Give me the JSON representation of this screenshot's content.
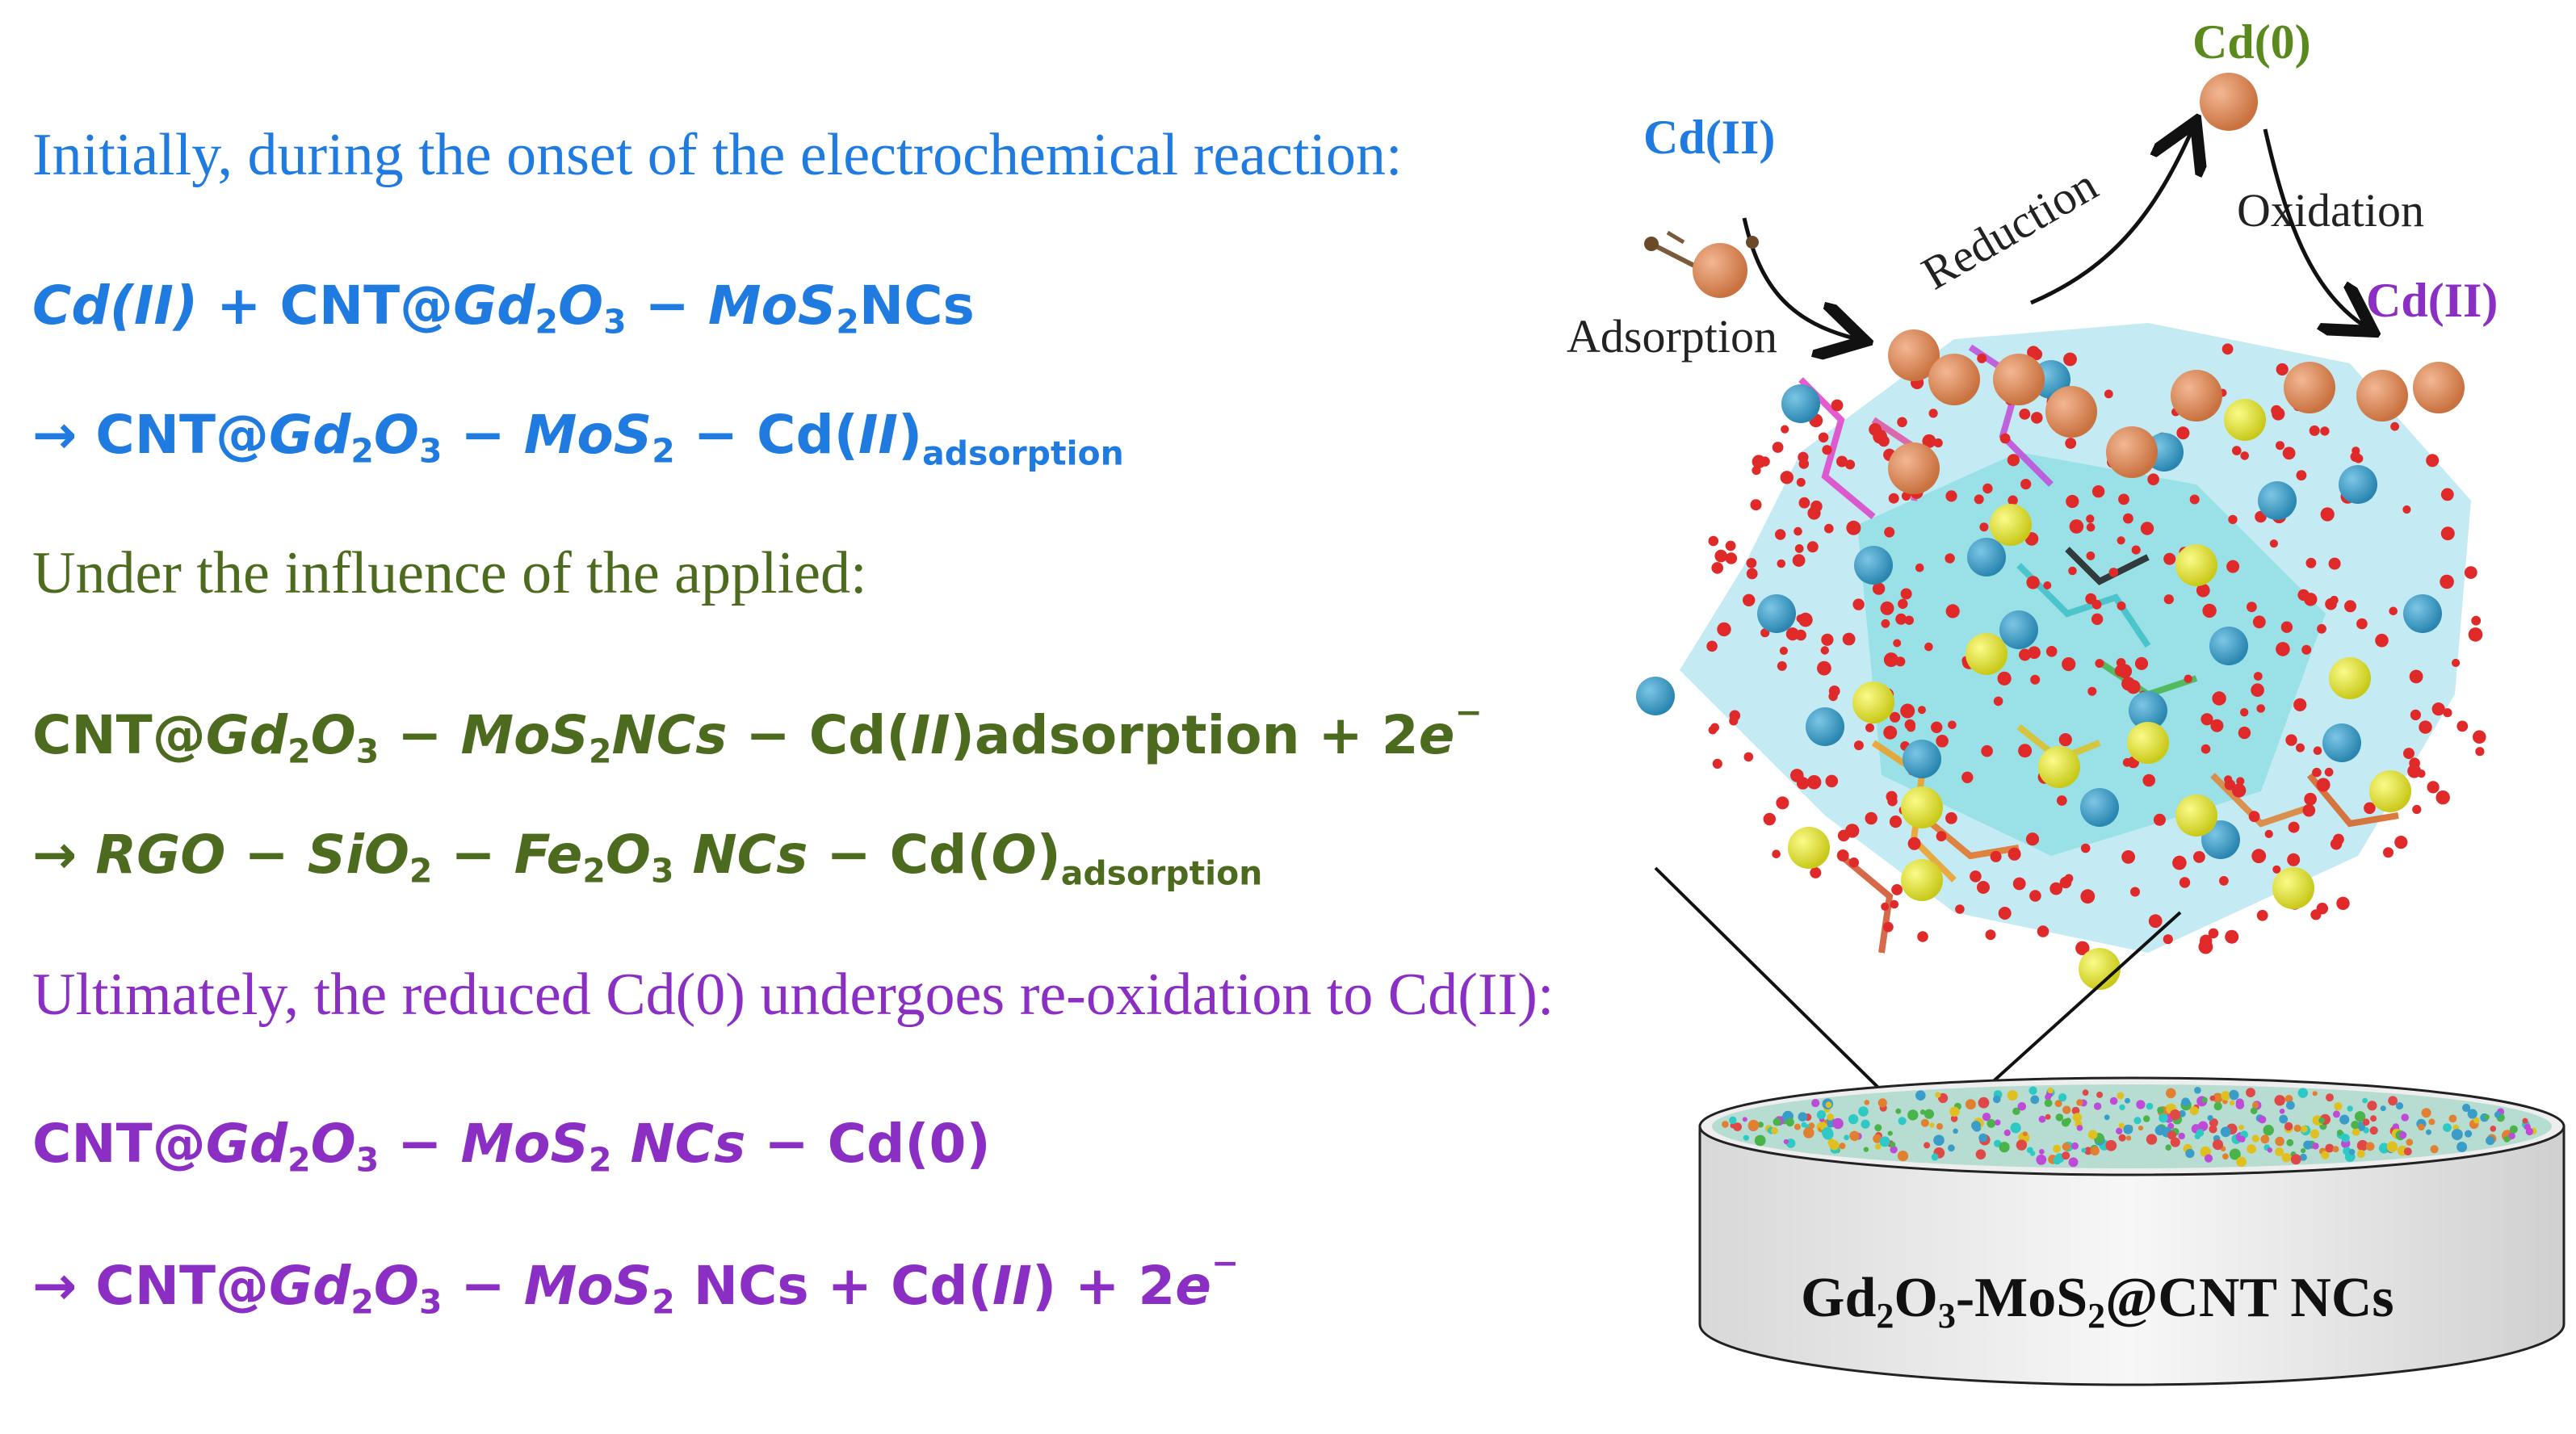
{
  "colors": {
    "blue": "#1f7be0",
    "green": "#4d6b1e",
    "purple": "#8b2fc4",
    "cd_ion": "#e0905e",
    "sulfur": "#e6e62a",
    "metal": "#3a9dc9",
    "oxygen": "#e02a2a",
    "framework": "#2ec9c4"
  },
  "steps": [
    {
      "heading": "Initially, during the onset of the electrochemical reaction:",
      "eq1": {
        "a": "Cd",
        "a_paren": "(II)",
        "plus": " + ",
        "cnt": "CNT@",
        "gd": "Gd",
        "gd_sub": "2",
        "o": "O",
        "o_sub": "3",
        "minus": " − ",
        "mo": "MoS",
        "mo_sub": "2",
        "ncs": "NCs"
      },
      "eq2": {
        "arrow": "→ ",
        "cnt": "CNT@",
        "gd": "Gd",
        "gd_sub": "2",
        "o": "O",
        "o_sub": "3",
        "minus": " − ",
        "mo": "MoS",
        "mo_sub": "2",
        "minus2": " − ",
        "cd": "Cd(",
        "cd_ii": "II",
        "cd_close": ")",
        "tag": "adsorption"
      }
    },
    {
      "heading": "Under the influence of the applied:",
      "eq1": {
        "cnt": "CNT@",
        "gd": "Gd",
        "gd_sub": "2",
        "o": "O",
        "o_sub": "3",
        "minus": " − ",
        "mo": "MoS",
        "mo_sub": "2",
        "ncs": "NCs",
        "minus2": " − ",
        "cd": "Cd(",
        "cd_ii": "II",
        "cd_close": ")adsorption + 2",
        "e": "e",
        "e_sup": "−"
      },
      "eq2": {
        "arrow": "→ ",
        "rgo": "RGO",
        "minus": " − ",
        "si": "SiO",
        "si_sub": "2",
        "minus2": " − ",
        "fe": "Fe",
        "fe_sub": "2",
        "o": "O",
        "o_sub": "3",
        "ncs": " NCs",
        "minus3": " − ",
        "cd": "Cd(",
        "cd_o": "O",
        "cd_close": ")",
        "tag": "adsorption"
      }
    },
    {
      "heading": "Ultimately, the reduced Cd(0) undergoes re-oxidation to Cd(II):",
      "eq1": {
        "cnt": "CNT@",
        "gd": "Gd",
        "gd_sub": "2",
        "o": "O",
        "o_sub": "3",
        "minus": " − ",
        "mo": "MoS",
        "mo_sub": "2",
        "ncs": " NCs",
        "minus2": " − ",
        "cd": "Cd(0)"
      },
      "eq2": {
        "arrow": "→ ",
        "cnt": "CNT@",
        "gd": "Gd",
        "gd_sub": "2",
        "o": "O",
        "o_sub": "3",
        "minus": " − ",
        "mo": "MoS",
        "mo_sub": "2",
        "ncs": " NCs + ",
        "cd": "Cd(",
        "cd_ii": "II",
        "cd_close": ") + 2",
        "e": "e",
        "e_sup": "−"
      }
    }
  ],
  "diagram": {
    "cd_top": "Cd(0)",
    "cd_left": "Cd(II)",
    "cd_right": "Cd(II)",
    "adsorption": "Adsorption",
    "reduction": "Reduction",
    "oxidation": "Oxidation",
    "electrode": {
      "gd": "Gd",
      "gd_sub": "2",
      "o": "O",
      "o_sub": "3",
      "mo": "-MoS",
      "mo_sub": "2",
      "rest": "@CNT NCs"
    }
  }
}
